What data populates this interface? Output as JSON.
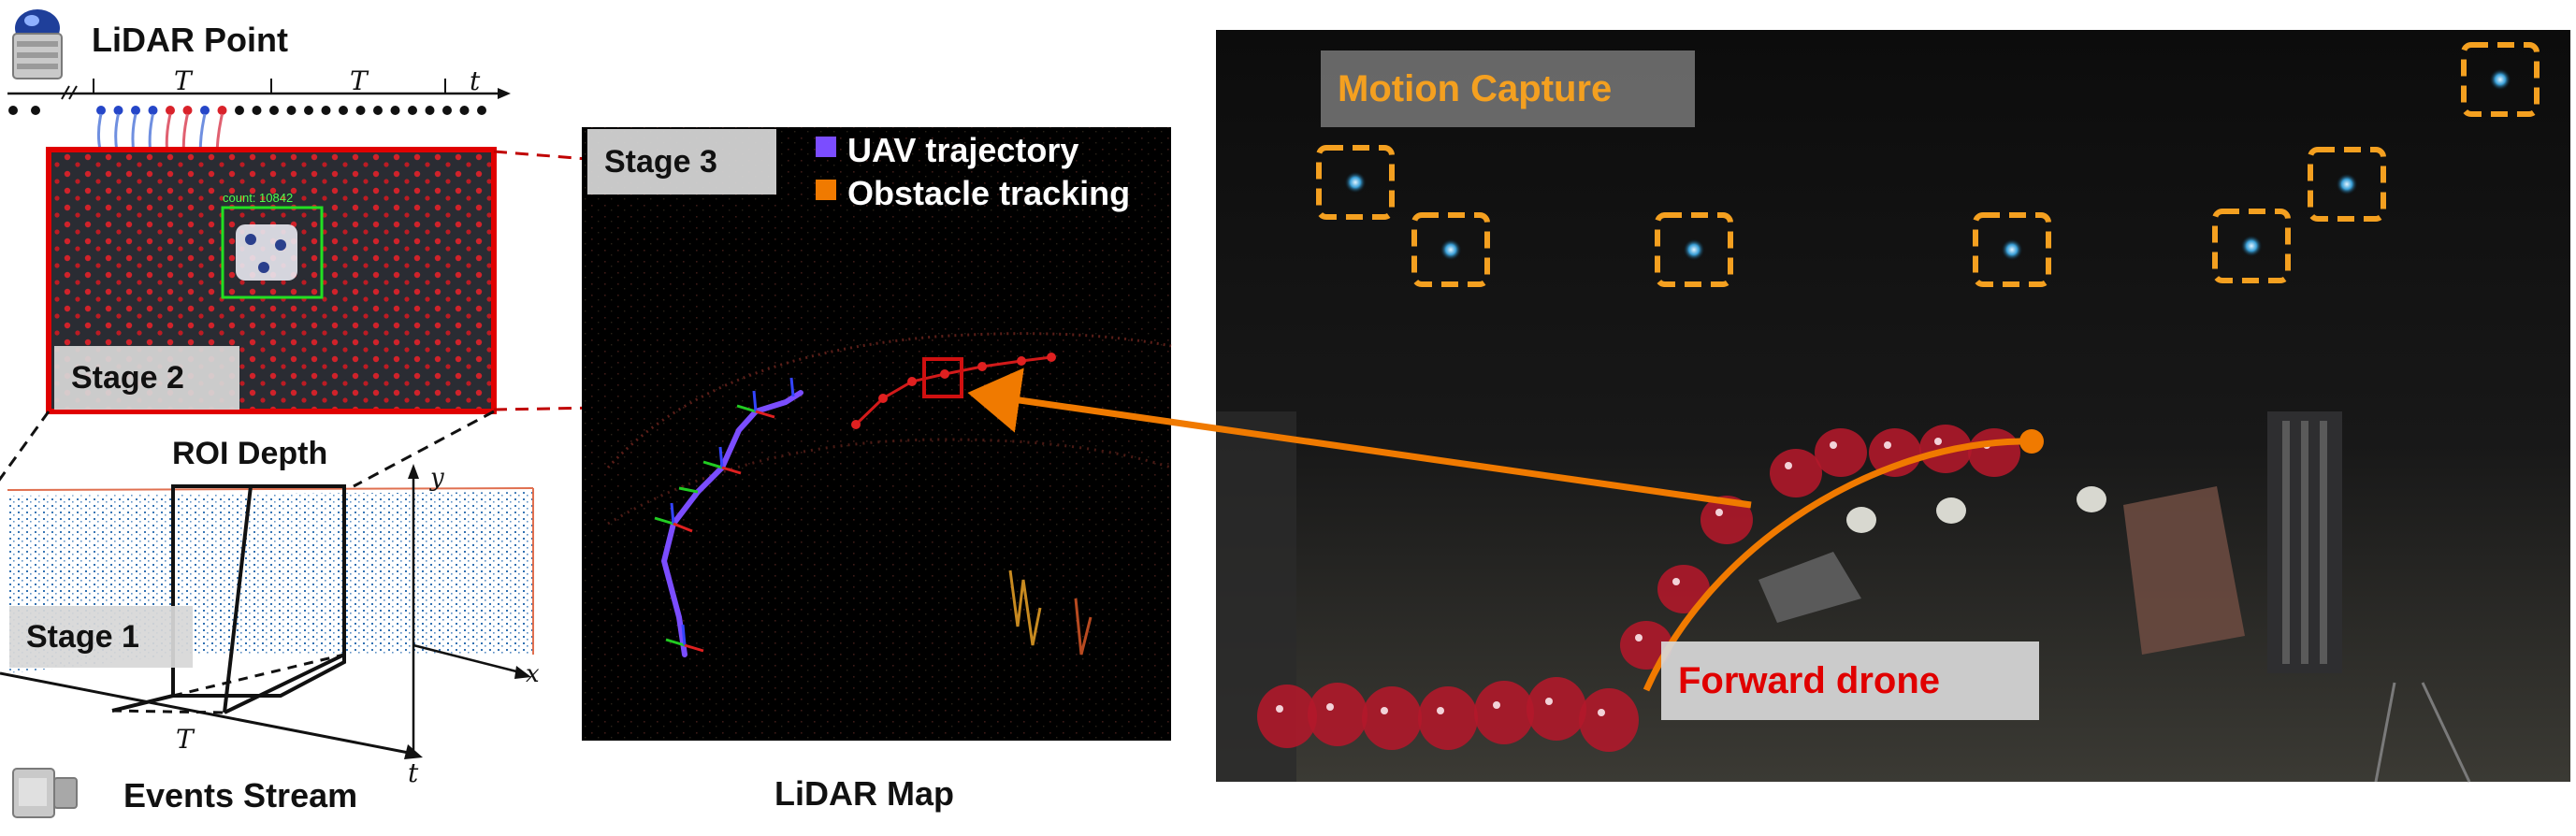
{
  "top_left": {
    "lidar_point_label": "LiDAR Point",
    "period_label_1": "T",
    "period_label_2": "T",
    "time_axis_label": "t"
  },
  "stage2": {
    "stage_label": "Stage 2",
    "detection_text": "count: 10842",
    "roi_depth_label": "ROI Depth"
  },
  "stage1": {
    "stage_label": "Stage 1",
    "axis_x": "x",
    "axis_y": "y",
    "axis_t": "t",
    "period_label": "T",
    "events_stream_label": "Events Stream"
  },
  "stage3": {
    "stage_label": "Stage 3",
    "legend": [
      {
        "label": "UAV trajectory",
        "color": "#7b4dff"
      },
      {
        "label": "Obstacle tracking",
        "color": "#f07a00"
      }
    ],
    "caption": "LiDAR Map"
  },
  "photo": {
    "motion_capture_label": "Motion Capture",
    "forward_drone_label": "Forward drone"
  },
  "colors": {
    "stage2_border": "#e00000",
    "mocap_box": "#f4a020",
    "arrow": "#f07a00",
    "forward_drone_text": "#e00000",
    "motion_capture_text": "#f4a020"
  }
}
